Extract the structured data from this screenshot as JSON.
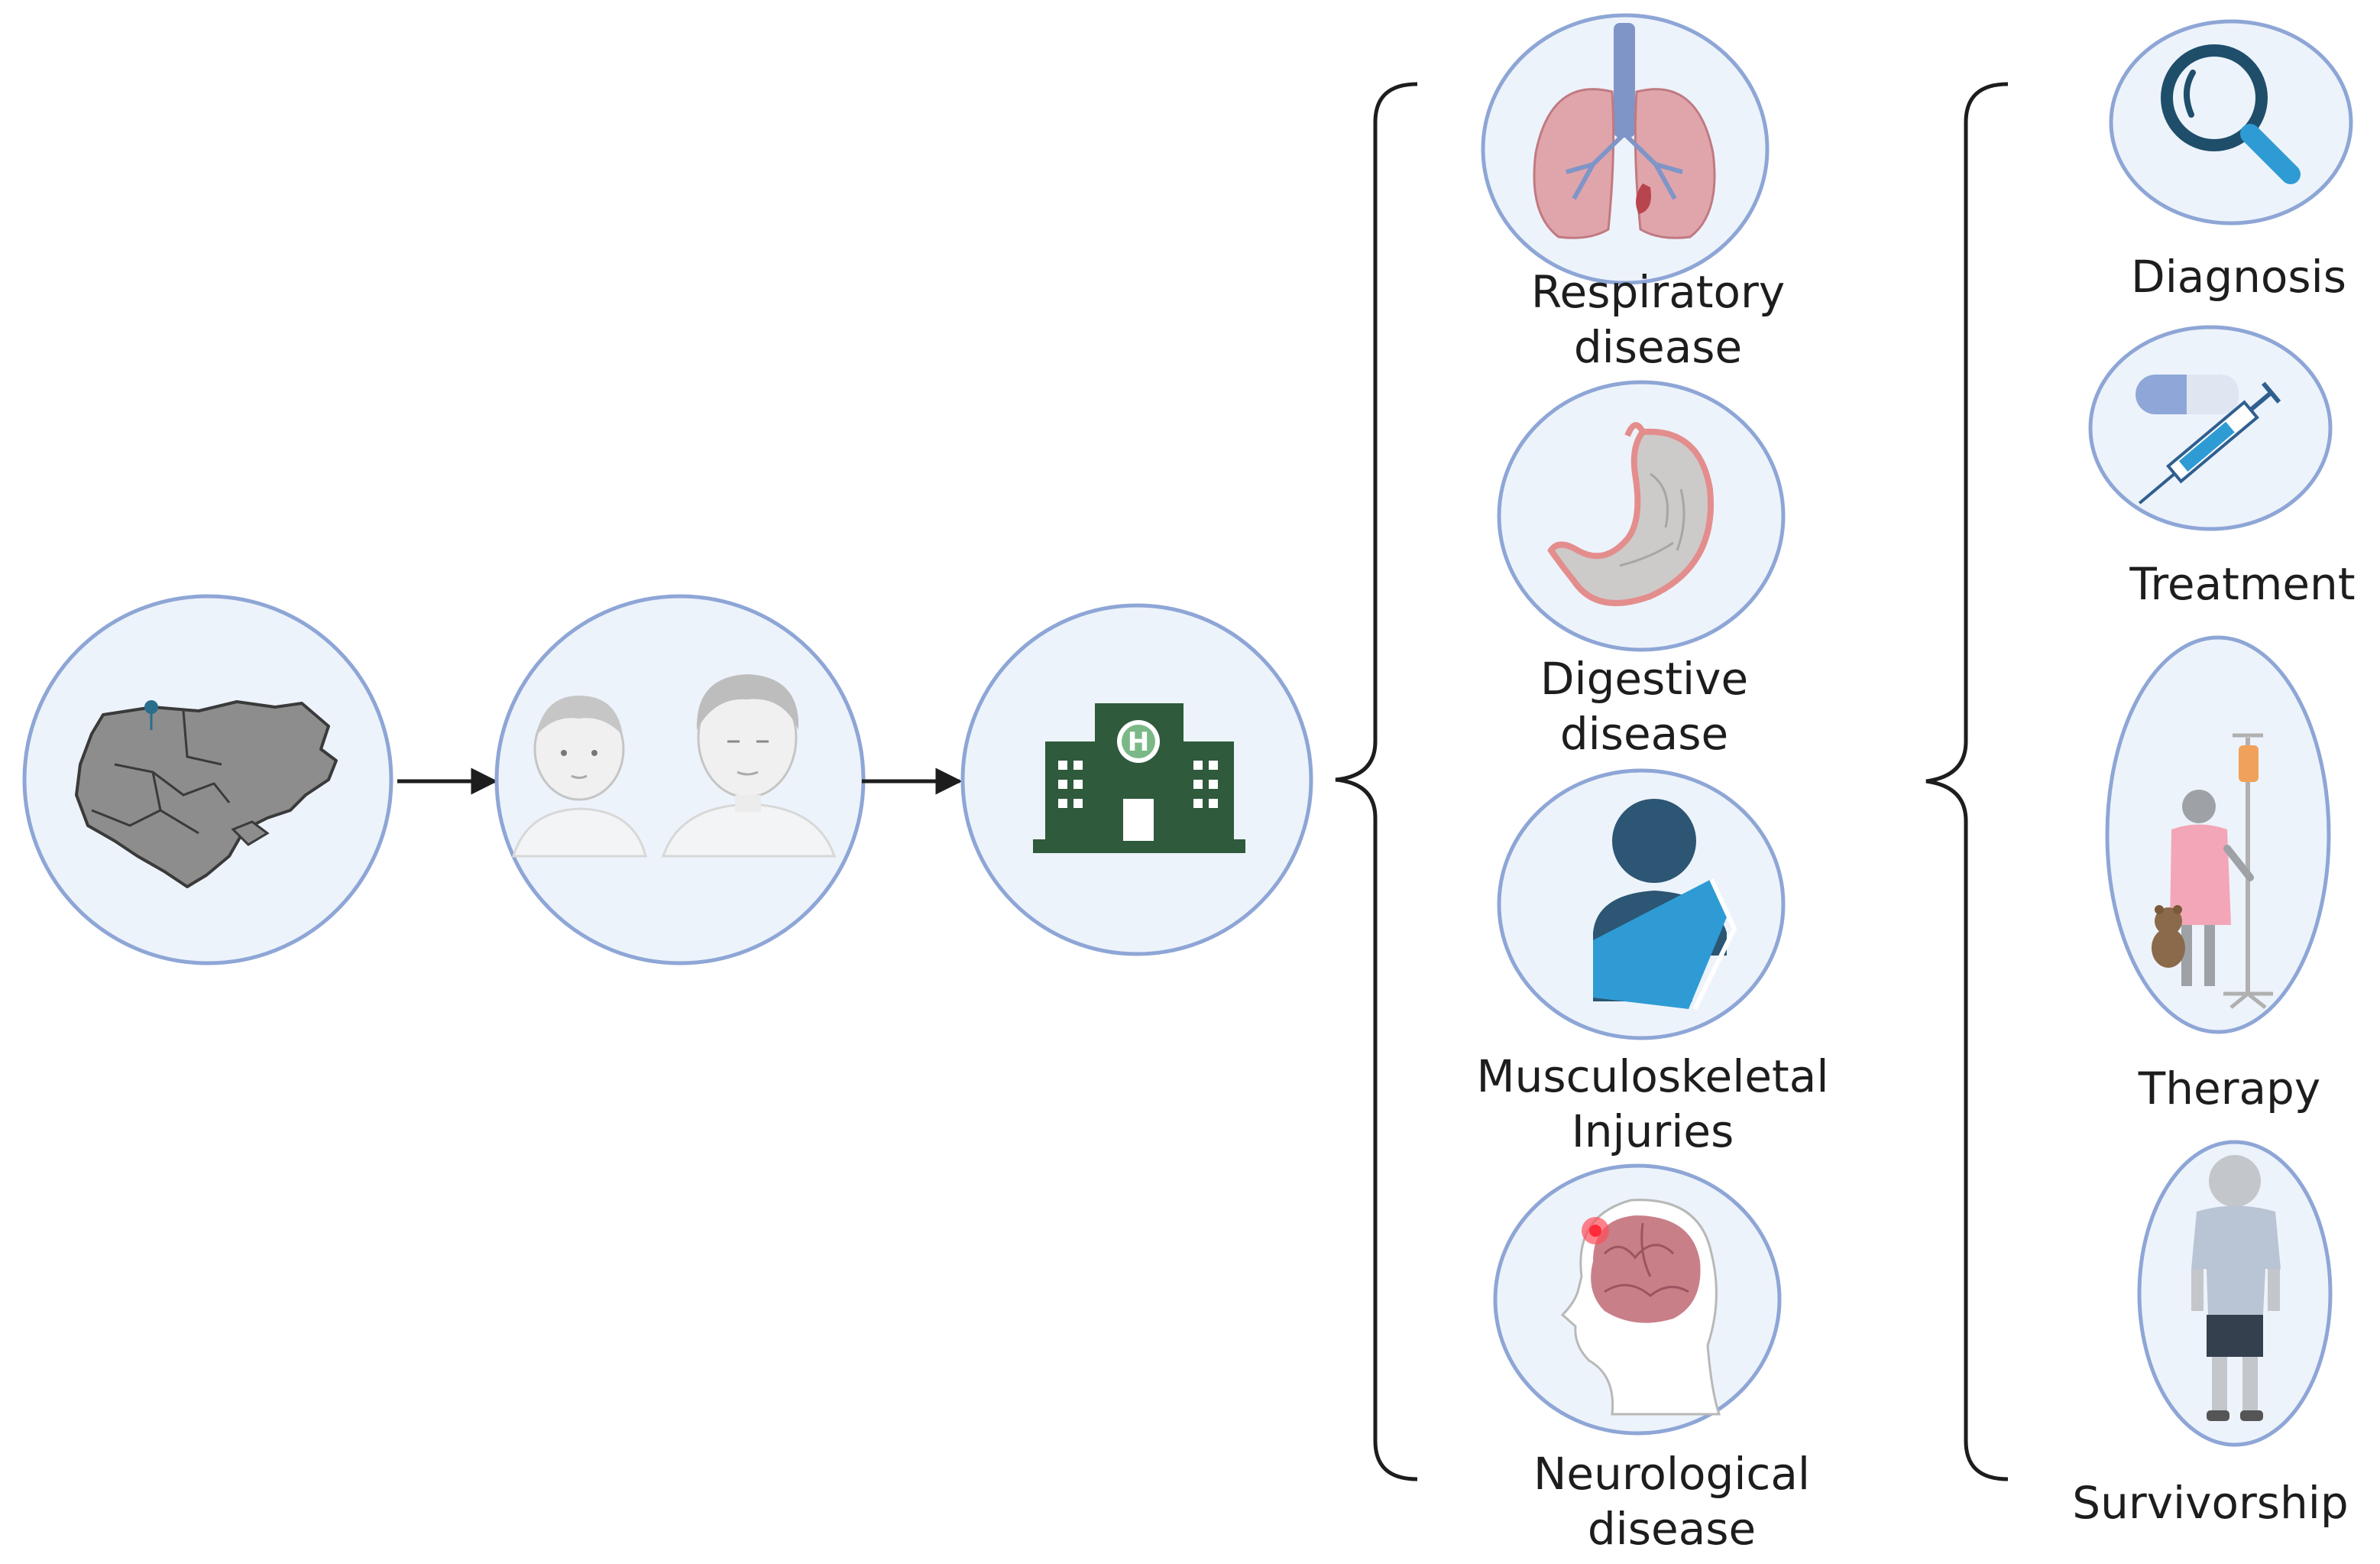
{
  "diseases": [
    {
      "line1": "Respiratory",
      "line2": "disease",
      "icon": "lungs-icon"
    },
    {
      "line1": "Digestive",
      "line2": "disease",
      "icon": "stomach-icon"
    },
    {
      "line1": "Musculoskeletal",
      "line2": "Injuries",
      "icon": "arm-sling-icon"
    },
    {
      "line1": "Neurological",
      "line2": "disease",
      "icon": "brain-icon"
    }
  ],
  "care_stages": [
    {
      "label": "Diagnosis",
      "icon": "magnifier-icon"
    },
    {
      "label": "Treatment",
      "icon": "pill-syringe-icon"
    },
    {
      "label": "Therapy",
      "icon": "child-iv-drip-icon"
    },
    {
      "label": "Survivorship",
      "icon": "child-standing-icon"
    }
  ],
  "flow_icons": [
    "ukraine-map-icon",
    "children-faces-icon",
    "hospital-icon"
  ],
  "hospital_sign": "H",
  "colors": {
    "circle_fill": "#edf3fb",
    "circle_stroke": "#8ea6d6",
    "hospital_green": "#2f5a3c",
    "accent_blue": "#2f9bd4",
    "dark_navy": "#2c5673",
    "lung_pink": "#e0a5aa",
    "map_gray": "#8d8d8d"
  }
}
